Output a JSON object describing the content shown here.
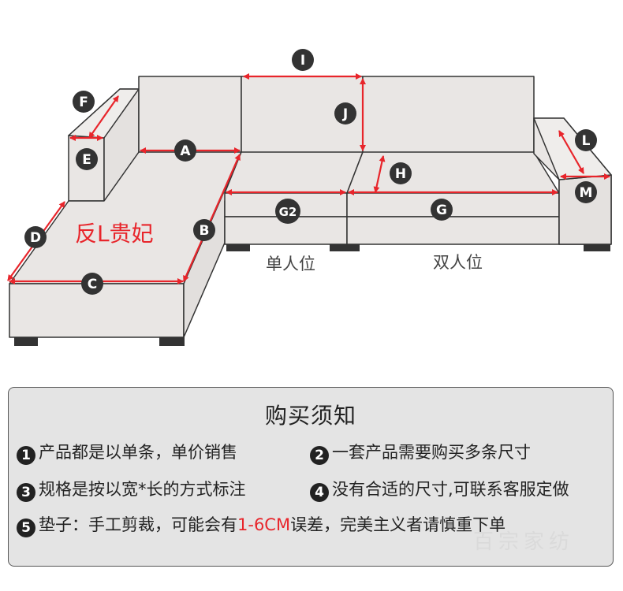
{
  "diagram": {
    "model_title": "反L贵妃",
    "labels": {
      "A": "A",
      "B": "B",
      "C": "C",
      "D": "D",
      "E": "E",
      "F": "F",
      "G": "G",
      "G2": "G2",
      "H": "H",
      "I": "I",
      "J": "J",
      "L": "L",
      "M": "M"
    },
    "seat_single": "单人位",
    "seat_double": "双人位",
    "colors": {
      "arrow": "#e8252b",
      "badge": "#333333",
      "sofa_fill": "#e9e6e4",
      "sofa_stroke": "#333333"
    }
  },
  "notice": {
    "title": "购买须知",
    "items": [
      {
        "num": "1",
        "text": "产品都是以单条，单价销售"
      },
      {
        "num": "2",
        "text": "一套产品需要购买多条尺寸"
      },
      {
        "num": "3",
        "text": "规格是按以宽*长的方式标注"
      },
      {
        "num": "4",
        "text": "没有合适的尺寸,可联系客服定做"
      },
      {
        "num": "5",
        "text_before": "垫子：手工剪裁，可能会有",
        "text_red": "1-6CM",
        "text_after": "误差，完美主义者请慎重下单"
      }
    ],
    "watermark": "百宗家纺"
  }
}
